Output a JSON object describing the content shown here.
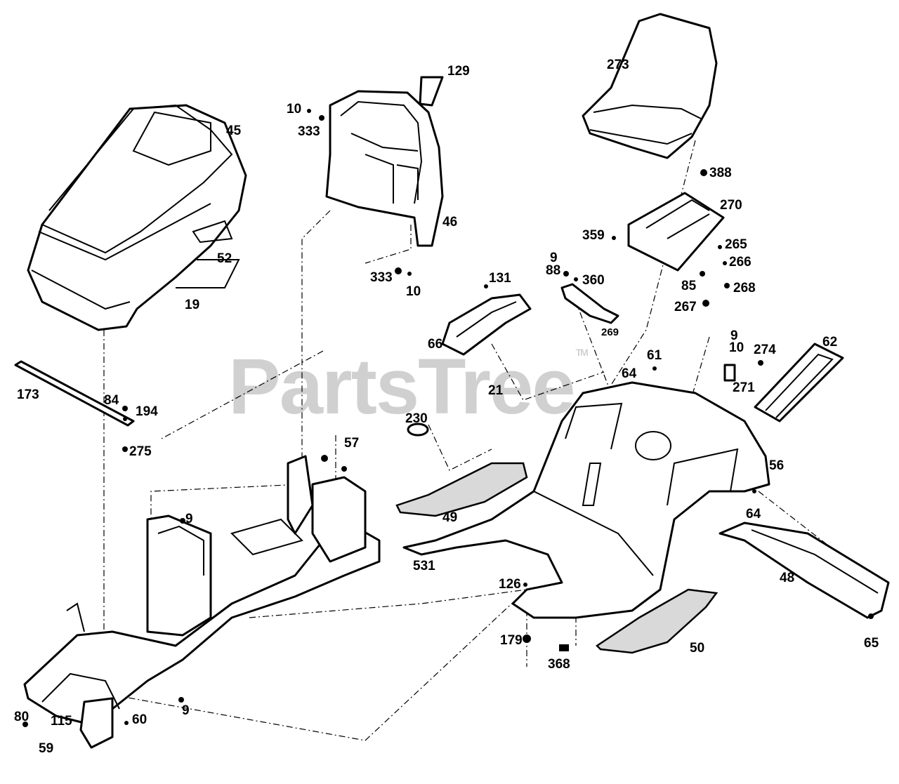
{
  "watermark": {
    "text": "PartsTree",
    "mark": "TM"
  },
  "callouts": [
    {
      "id": "c273",
      "text": "273"
    },
    {
      "id": "c129",
      "text": "129"
    },
    {
      "id": "c10a",
      "text": "10"
    },
    {
      "id": "c333a",
      "text": "333"
    },
    {
      "id": "c45",
      "text": "45"
    },
    {
      "id": "c388",
      "text": "388"
    },
    {
      "id": "c270",
      "text": "270"
    },
    {
      "id": "c46",
      "text": "46"
    },
    {
      "id": "c359",
      "text": "359"
    },
    {
      "id": "c265",
      "text": "265"
    },
    {
      "id": "c52",
      "text": "52"
    },
    {
      "id": "c9a",
      "text": "9"
    },
    {
      "id": "c88",
      "text": "88"
    },
    {
      "id": "c266",
      "text": "266"
    },
    {
      "id": "c360",
      "text": "360"
    },
    {
      "id": "c333b",
      "text": "333"
    },
    {
      "id": "c131",
      "text": "131"
    },
    {
      "id": "c10b",
      "text": "10"
    },
    {
      "id": "c85",
      "text": "85"
    },
    {
      "id": "c268",
      "text": "268"
    },
    {
      "id": "c19",
      "text": "19"
    },
    {
      "id": "c267",
      "text": "267"
    },
    {
      "id": "c269",
      "text": "269"
    },
    {
      "id": "c66",
      "text": "66"
    },
    {
      "id": "c9b",
      "text": "9"
    },
    {
      "id": "c10c",
      "text": "10"
    },
    {
      "id": "c274",
      "text": "274"
    },
    {
      "id": "c62",
      "text": "62"
    },
    {
      "id": "c61",
      "text": "61"
    },
    {
      "id": "c173",
      "text": "173"
    },
    {
      "id": "c64a",
      "text": "64"
    },
    {
      "id": "c21",
      "text": "21"
    },
    {
      "id": "c271",
      "text": "271"
    },
    {
      "id": "c84",
      "text": "84"
    },
    {
      "id": "c194",
      "text": "194"
    },
    {
      "id": "c230",
      "text": "230"
    },
    {
      "id": "c275",
      "text": "275"
    },
    {
      "id": "c57",
      "text": "57"
    },
    {
      "id": "c56",
      "text": "56"
    },
    {
      "id": "c64b",
      "text": "64"
    },
    {
      "id": "c9c",
      "text": "9"
    },
    {
      "id": "c49",
      "text": "49"
    },
    {
      "id": "c531",
      "text": "531"
    },
    {
      "id": "c48",
      "text": "48"
    },
    {
      "id": "c126",
      "text": "126"
    },
    {
      "id": "c179",
      "text": "179"
    },
    {
      "id": "c50",
      "text": "50"
    },
    {
      "id": "c65",
      "text": "65"
    },
    {
      "id": "c368",
      "text": "368"
    },
    {
      "id": "c9d",
      "text": "9"
    },
    {
      "id": "c80",
      "text": "80"
    },
    {
      "id": "c115",
      "text": "115"
    },
    {
      "id": "c60",
      "text": "60"
    },
    {
      "id": "c59",
      "text": "59"
    }
  ]
}
